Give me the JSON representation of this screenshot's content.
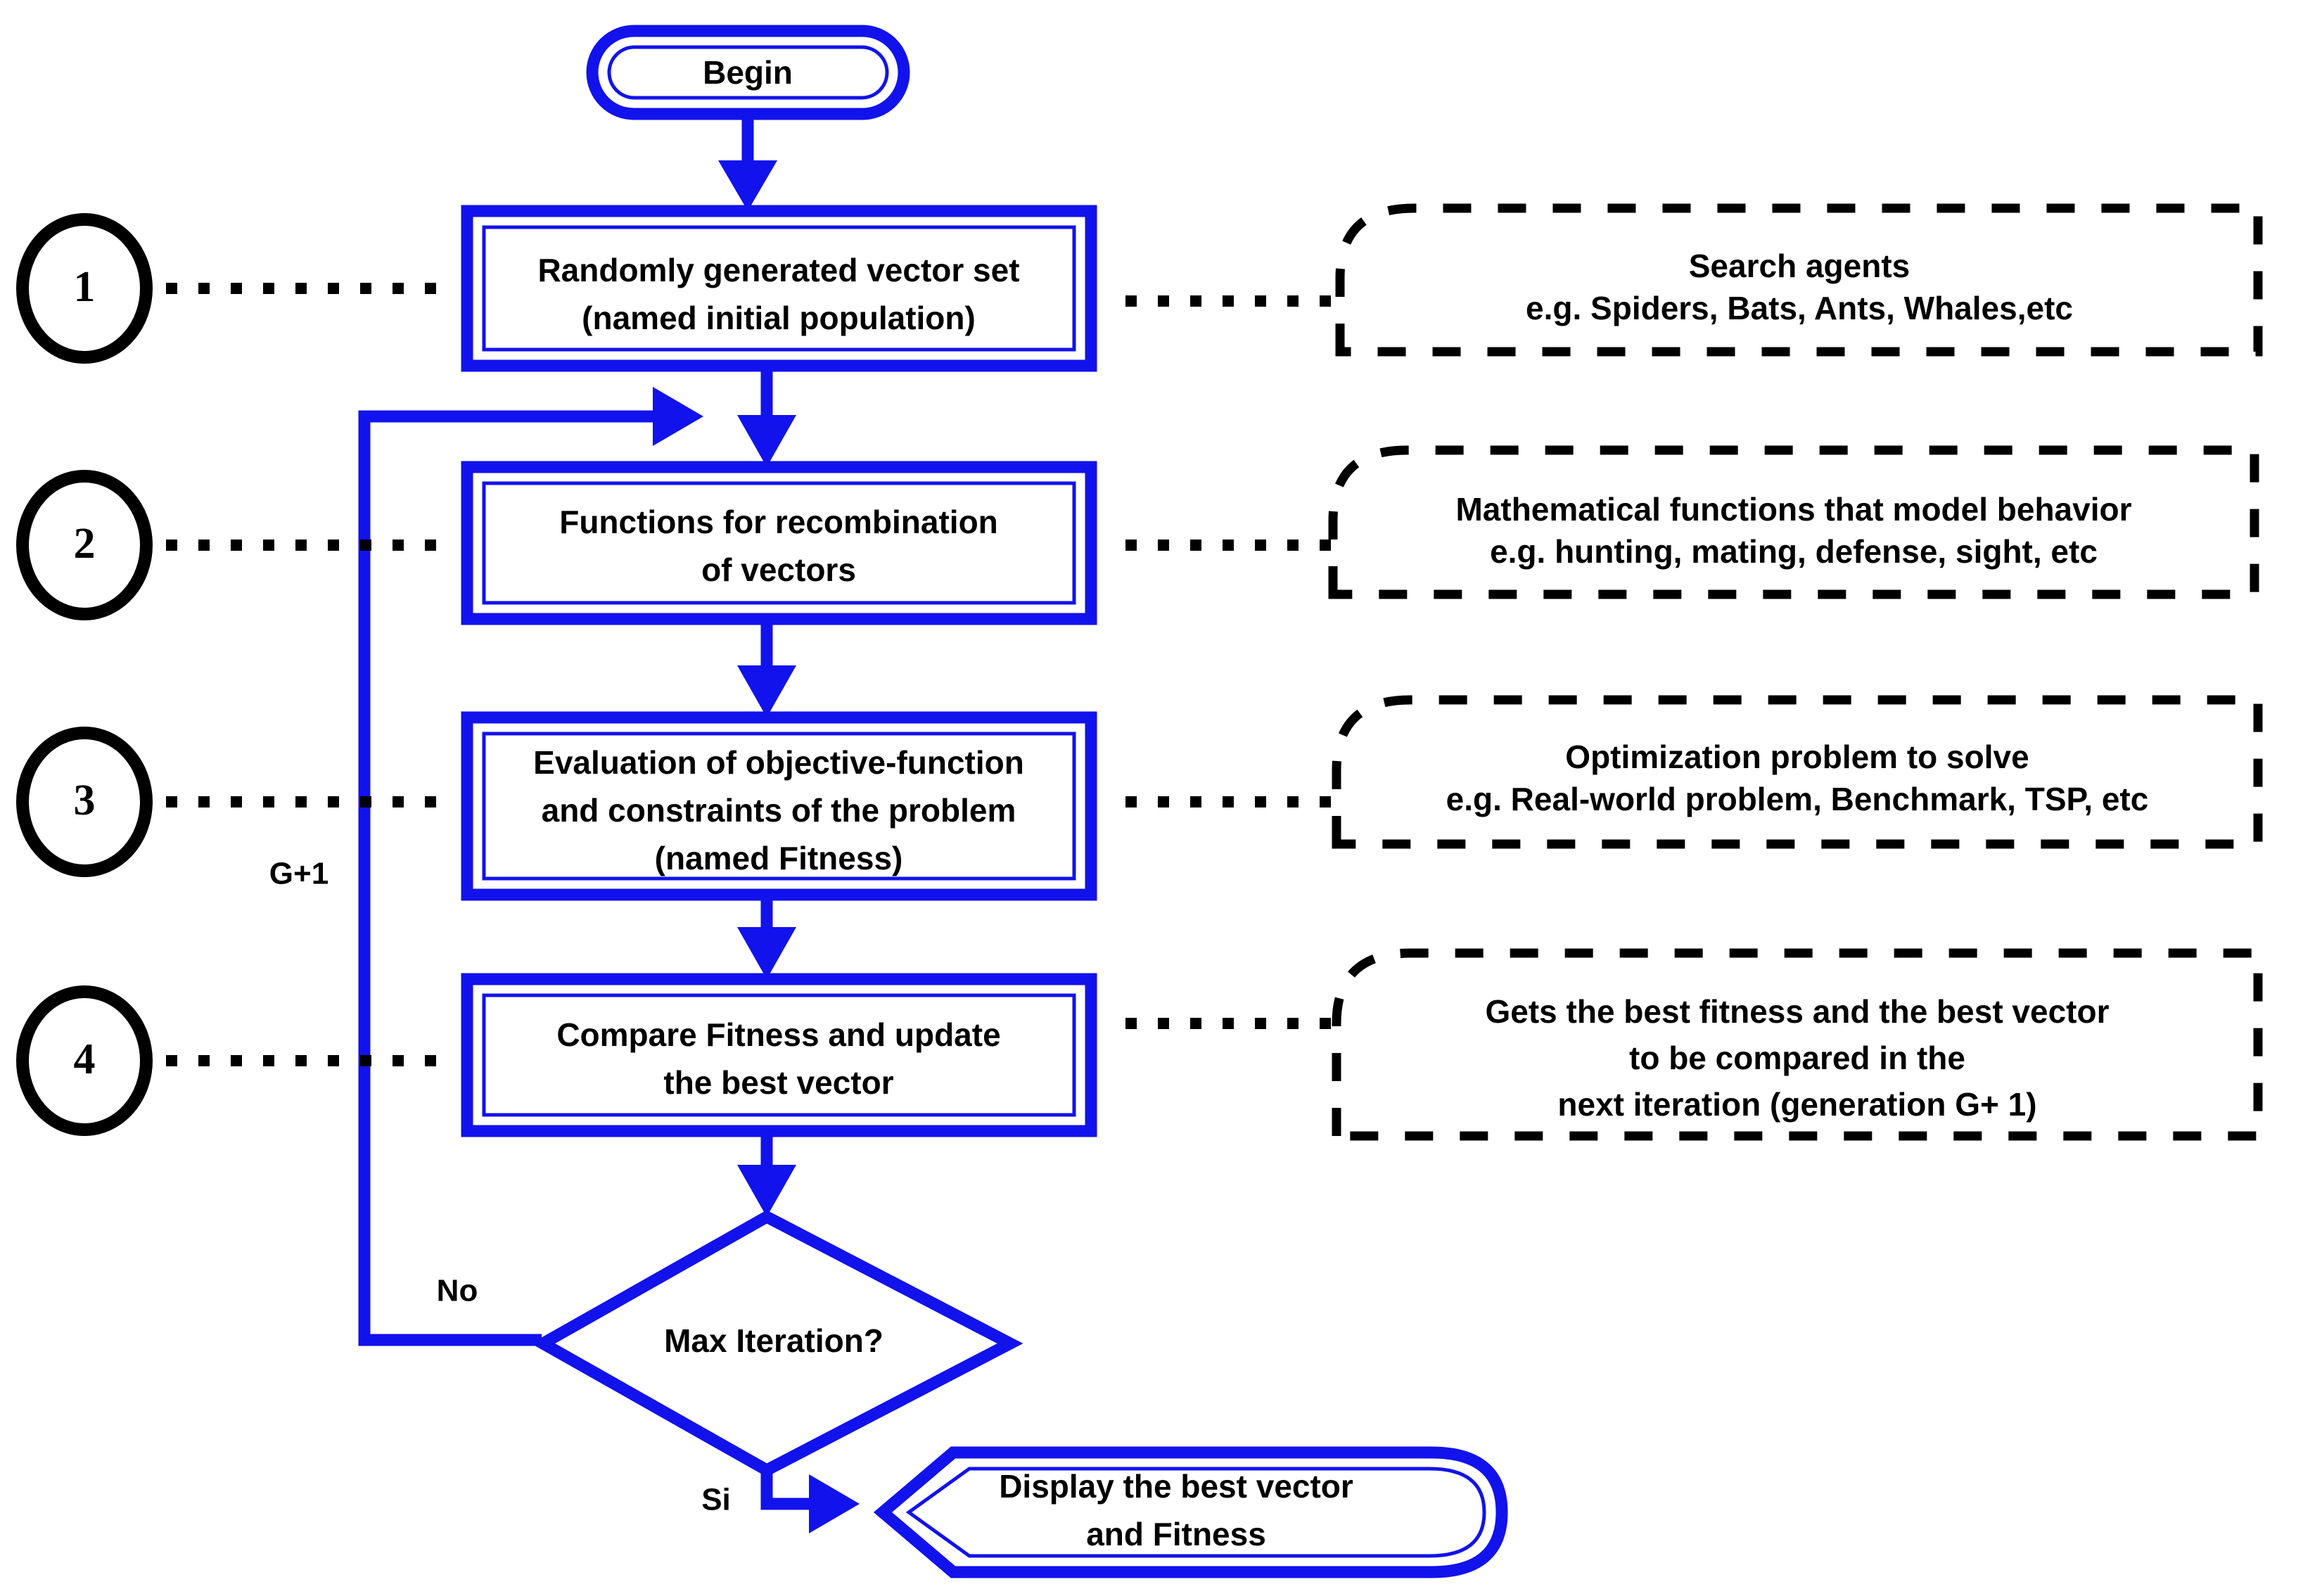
{
  "diagram": {
    "title_text": "",
    "accent_color": "#1212ec",
    "ink_color": "#000000",
    "background_color": "#ffffff"
  },
  "nodes": {
    "begin": {
      "label": "Begin",
      "shape": "terminator"
    },
    "step1": {
      "line1": "Randomly generated vector set",
      "line2": "(named initial population)",
      "shape": "process"
    },
    "step2": {
      "line1": "Functions for recombination",
      "line2": "of vectors",
      "shape": "process"
    },
    "step3": {
      "line1": "Evaluation of objective-function",
      "line2": "and constraints of the problem",
      "line3": "(named Fitness)",
      "shape": "process"
    },
    "step4": {
      "line1": "Compare Fitness and update",
      "line2": "the best vector",
      "shape": "process"
    },
    "decision": {
      "label": "Max Iteration?",
      "shape": "decision"
    },
    "display": {
      "line1": "Display the best vector",
      "line2": "and Fitness",
      "shape": "display"
    }
  },
  "badges": [
    {
      "number": "1"
    },
    {
      "number": "2"
    },
    {
      "number": "3"
    },
    {
      "number": "4"
    }
  ],
  "notes": [
    {
      "line1": "Search agents",
      "line2": "e.g. Spiders, Bats, Ants, Whales,etc",
      "line3": ""
    },
    {
      "line1": "Mathematical functions that model behavior",
      "line2": "e.g. hunting, mating, defense, sight, etc",
      "line3": ""
    },
    {
      "line1": "Optimization problem to solve",
      "line2": "e.g. Real-world problem, Benchmark, TSP, etc",
      "line3": ""
    },
    {
      "line1": "Gets the best fitness and the best vector",
      "line2": "to be compared in the",
      "line3": "next iteration (generation G+ 1)"
    }
  ],
  "edge_labels": {
    "loop": "G+1",
    "no": "No",
    "yes": "Si"
  }
}
